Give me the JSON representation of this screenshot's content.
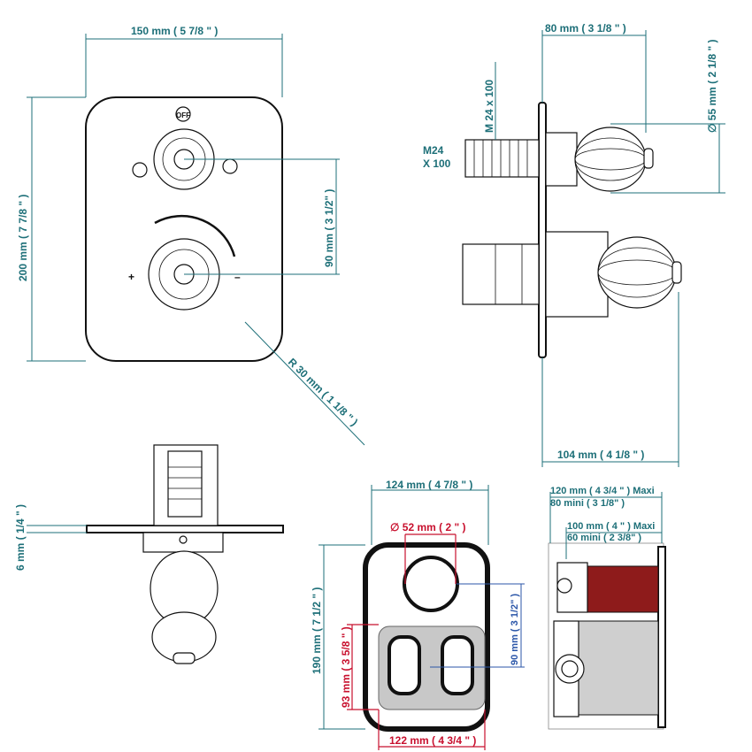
{
  "dimensions": {
    "width_150": "150 mm ( 5 7/8 \" )",
    "height_200": "200 mm ( 7 7/8 \" )",
    "center_90": "90 mm ( 3 1/2\" )",
    "radius_30": "R 30 mm ( 1 1/8 \" )",
    "depth_80": "80 mm ( 3 1/8 \" )",
    "dia_55": "∅ 55 mm ( 2 1/8 \" )",
    "thread_m24_vertical": "M 24 x 100",
    "thread_m24_line1": "M24",
    "thread_m24_line2": "X 100",
    "depth_104": "104 mm ( 4 1/8 \" )",
    "plate_6": "6 mm ( 1/4 \" )",
    "cutout_124": "124 mm ( 4 7/8 \" )",
    "hole_52": "∅ 52 mm ( 2 \" )",
    "cutout_190": "190 mm ( 7 1/2 \" )",
    "center_90b": "90 mm ( 3 1/2\" )",
    "slot_93": "93 mm ( 3 5/8 \" )",
    "slot_122": "122 mm ( 4 3/4 \" )",
    "body_120_max": "120 mm ( 4 3/4 \" )   Maxi",
    "body_80_min": "80 mini   ( 3 1/8\" )",
    "body_100_max": "100 mm ( 4 \" )   Maxi",
    "body_60_min": "60 mini   ( 2 3/8\" )"
  },
  "labels": {
    "off": "OFF",
    "plus": "+",
    "minus": "–"
  },
  "colors": {
    "dimension_teal": "#1d6f78",
    "dimension_red": "#c8102e",
    "dimension_blue": "#2b56a8",
    "body_red": "#8e1b1b"
  }
}
